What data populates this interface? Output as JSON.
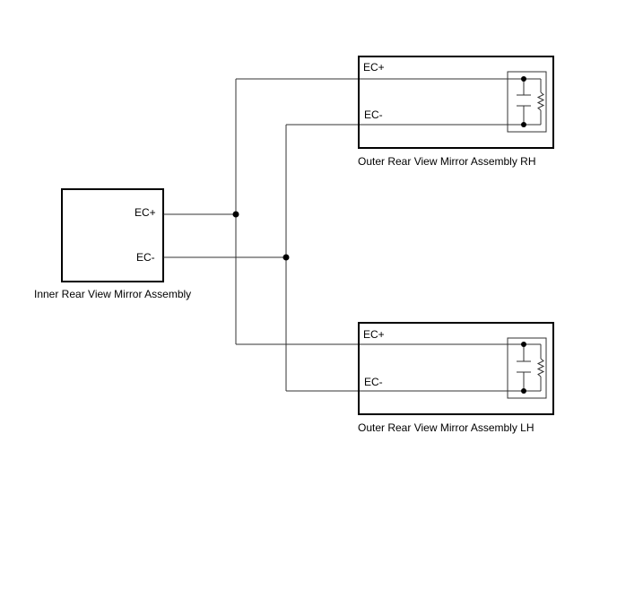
{
  "inner_mirror": {
    "title": "Inner Rear View Mirror Assembly",
    "pin_pos": "EC+",
    "pin_neg": "EC-"
  },
  "outer_rh": {
    "title": "Outer Rear View Mirror Assembly RH",
    "pin_pos": "EC+",
    "pin_neg": "EC-"
  },
  "outer_lh": {
    "title": "Outer Rear View Mirror Assembly LH",
    "pin_pos": "EC+",
    "pin_neg": "EC-"
  },
  "colors": {
    "line": "#000000",
    "wire": "#333333",
    "background": "#ffffff"
  }
}
